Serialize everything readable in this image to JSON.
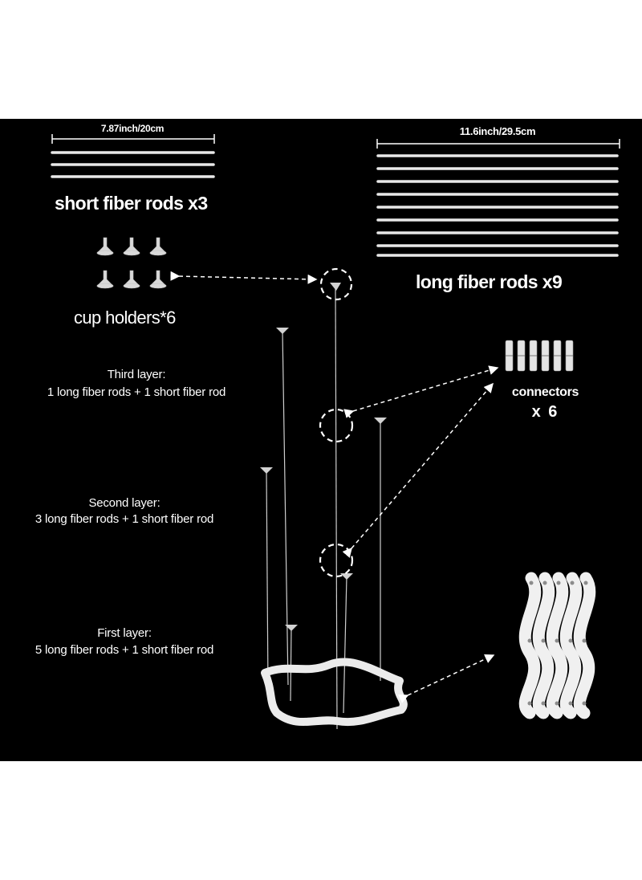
{
  "short_rods": {
    "dimension": "7.87inch/20cm",
    "label": "short fiber rods  x3"
  },
  "long_rods": {
    "dimension": "11.6inch/29.5cm",
    "label": "long fiber rods  x9"
  },
  "cup_holders": {
    "label": "cup holders*6"
  },
  "connectors": {
    "label": "connectors",
    "count": "x 6"
  },
  "layers": [
    {
      "title": "Third layer:",
      "desc": "1 long fiber rods + 1 short fiber rod"
    },
    {
      "title": "Second layer:",
      "desc": "3 long fiber rods + 1 short fiber rod"
    },
    {
      "title": "First layer:",
      "desc": "5 long fiber rods + 1 short fiber rod"
    }
  ],
  "colors": {
    "background": "#000000",
    "foreground": "#ffffff",
    "parts": "#e6e6e6"
  }
}
